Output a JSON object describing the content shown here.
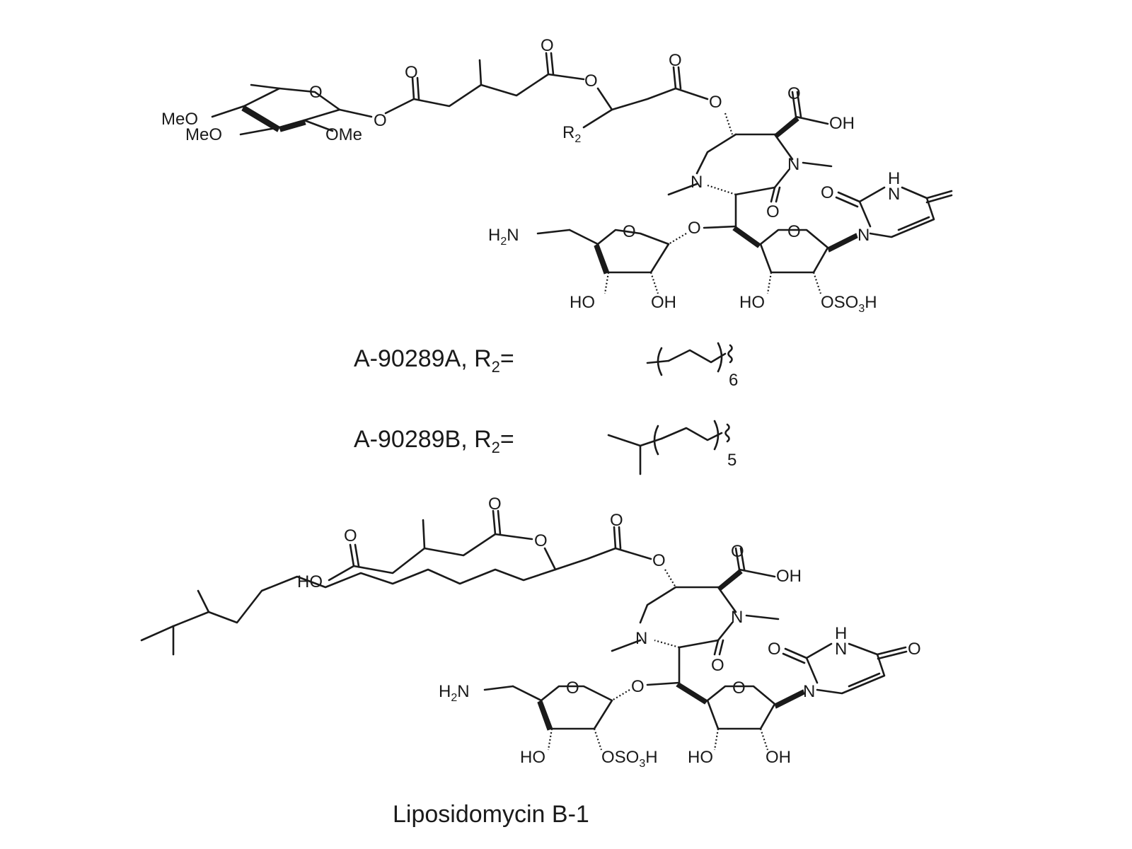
{
  "top_structure": {
    "atoms": {
      "meo_1": "MeO",
      "meo_2": "MeO",
      "ome": "OMe",
      "ring_o_sugar": "O",
      "ester_o_sugar": "O",
      "co_o_1": "O",
      "co_o_2": "O",
      "ester_o_mid": "O",
      "co_o_3": "O",
      "ester_o_right": "O",
      "cooh_o": "O",
      "oh_cooh": "OH",
      "r2_label": "R",
      "r2_sub": "2",
      "n_top_right": "N",
      "n_left": "N",
      "co_o_amide": "O",
      "o_link": "O",
      "o_ring_left": "O",
      "o_ring_right": "O",
      "h2n": "H",
      "h2n_sub": "2",
      "h2n_n": "N",
      "ho_1": "HO",
      "oh_1": "OH",
      "ho_2": "HO",
      "oso3h_o": "OSO",
      "oso3h_sub": "3",
      "oso3h_h": "H",
      "uracil_o": "O",
      "uracil_nh_h": "H",
      "uracil_nh_n": "N",
      "uracil_n": "N"
    }
  },
  "labels": {
    "a_label_main": "A-90289A, R",
    "a_label_sub": "2",
    "a_label_eq": "=",
    "a_repeat": "6",
    "b_label_main": "A-90289B, R",
    "b_label_sub": "2",
    "b_label_eq": "=",
    "b_repeat": "5"
  },
  "bottom_structure": {
    "atoms": {
      "co_o_1": "O",
      "co_o_2": "O",
      "ester_o_1": "O",
      "co_o_3": "O",
      "ester_o_2": "O",
      "ho_acid": "HO",
      "cooh_o": "O",
      "oh_cooh": "OH",
      "n_top_right": "N",
      "n_left": "N",
      "co_o_amide": "O",
      "o_link": "O",
      "o_ring_left": "O",
      "o_ring_right": "O",
      "h2n": "H",
      "h2n_sub": "2",
      "h2n_n": "N",
      "ho_1": "HO",
      "oso3h_o": "OSO",
      "oso3h_sub": "3",
      "oso3h_h": "H",
      "ho_2": "HO",
      "oh_1": "OH",
      "uracil_o_1": "O",
      "uracil_nh_h": "H",
      "uracil_nh_n": "N",
      "uracil_o_2": "O",
      "uracil_n": "N"
    }
  },
  "caption": "Liposidomycin B-1"
}
